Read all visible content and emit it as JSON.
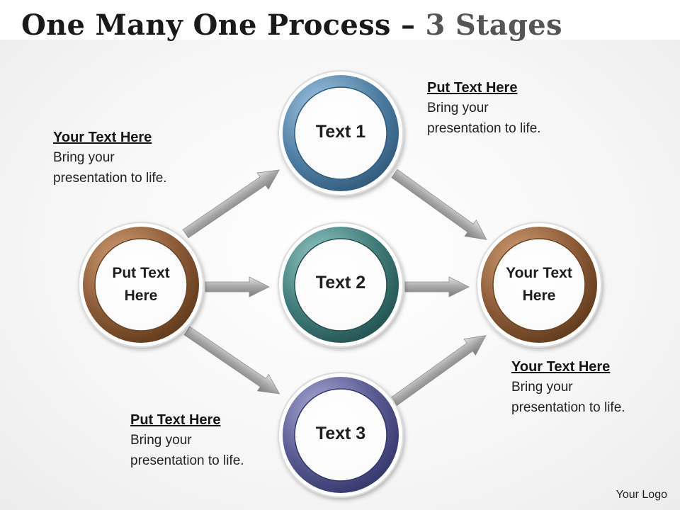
{
  "title": {
    "main": "One Many One Process – ",
    "sub": "3 Stages"
  },
  "nodes": {
    "source": "Put Text\nHere",
    "stage1": "Text 1",
    "stage2": "Text 2",
    "stage3": "Text 3",
    "target": "Your Text\nHere"
  },
  "notes": {
    "top_left": {
      "heading": "Your Text Here",
      "body": "Bring your\npresentation to life."
    },
    "top_right": {
      "heading": "Put Text Here",
      "body": "Bring your\npresentation to life."
    },
    "bottom_left": {
      "heading": "Put Text Here",
      "body": "Bring your\npresentation to life."
    },
    "bottom_right": {
      "heading": "Your Text Here",
      "body": "Bring your\npresentation to life."
    }
  },
  "logo": "Your Logo",
  "colors": {
    "brown": "#8a5a36",
    "blue": "#4f7ea3",
    "teal": "#3f7a78",
    "purple": "#56588f",
    "arrow": "#9a9a9a"
  }
}
